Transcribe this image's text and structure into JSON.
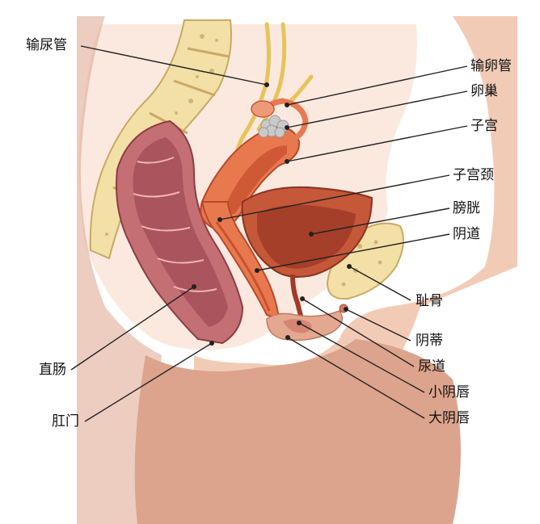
{
  "labels": {
    "ureter": "输尿管",
    "fallopian_tube": "输卵管",
    "ovary": "卵巢",
    "uterus": "子宫",
    "cervix": "子宫颈",
    "bladder": "膀胱",
    "vagina": "阴道",
    "pubic_bone": "耻骨",
    "clitoris": "阴蒂",
    "urethra": "尿道",
    "labia_minora": "小阴唇",
    "labia_majora": "大阴唇",
    "rectum": "直肠",
    "anus": "肛门"
  },
  "colors": {
    "skin": "#f2cbb6",
    "skin_shadow": "#dca48c",
    "body_cavity": "#fbe9df",
    "bone": "#f3e0a6",
    "bone_dot": "#b89a55",
    "rectum": "#c46f73",
    "rectum_inner": "#a24b55",
    "uterus": "#e8794f",
    "uterus_inner": "#c9512e",
    "bladder": "#c45838",
    "bladder_inner": "#a03b27",
    "ureter": "#e6c45a",
    "leader": "#222222"
  }
}
